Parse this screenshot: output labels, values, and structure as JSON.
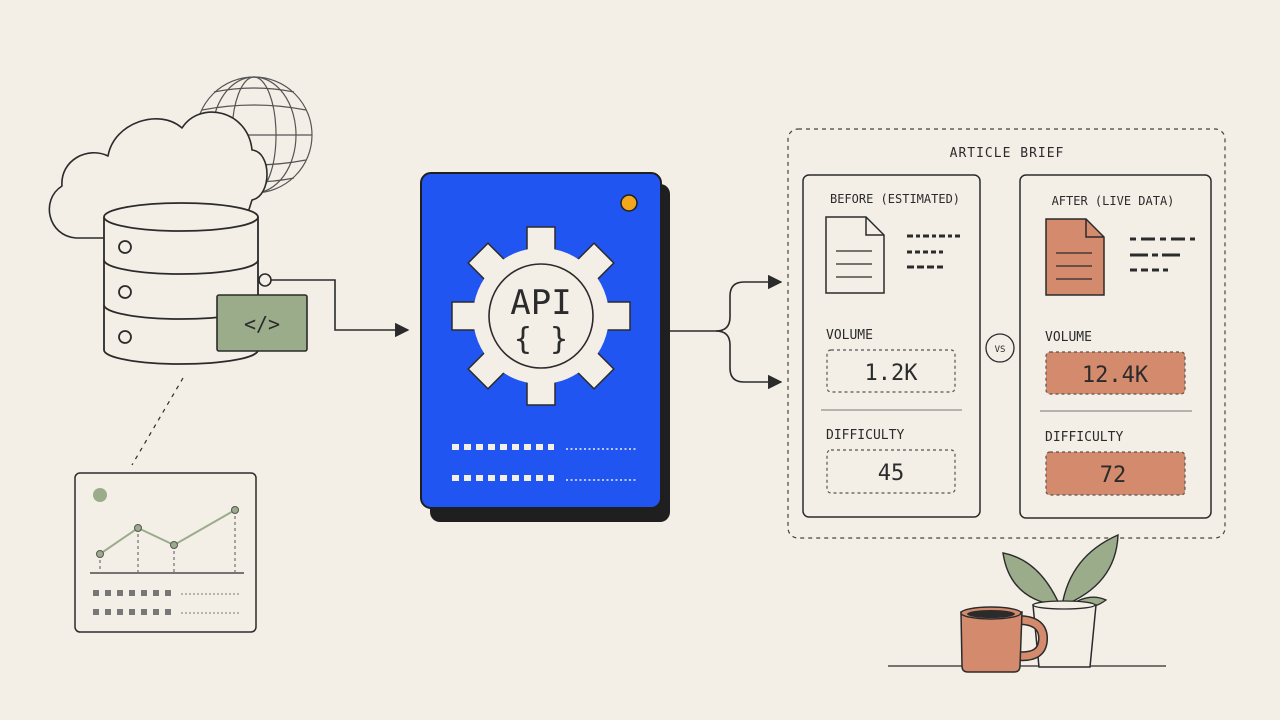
{
  "colors": {
    "background": "#f3efe7",
    "ink": "#2b2b2b",
    "api_blue": "#2155f2",
    "shadow": "#1f1f1f",
    "sage": "#9bac8a",
    "terracotta": "#d48a6c",
    "accent_dot": "#f2a81d"
  },
  "code_badge": {
    "text": "</>"
  },
  "api_card": {
    "label": "API",
    "braces": "{ }"
  },
  "brief": {
    "title": "ARTICLE BRIEF",
    "vs_label": "VS",
    "before": {
      "heading": "BEFORE (ESTIMATED)",
      "volume_label": "VOLUME",
      "volume_value": "1.2K",
      "difficulty_label": "DIFFICULTY",
      "difficulty_value": "45"
    },
    "after": {
      "heading": "AFTER (LIVE DATA)",
      "volume_label": "VOLUME",
      "volume_value": "12.4K",
      "difficulty_label": "DIFFICULTY",
      "difficulty_value": "72"
    }
  },
  "icons": {
    "cloud": "cloud-icon",
    "globe": "globe-icon",
    "database": "database-icon",
    "code": "code-icon",
    "chart": "line-chart-icon",
    "gear": "gear-icon",
    "document": "document-icon",
    "mug": "coffee-mug-icon",
    "plant": "plant-icon"
  }
}
